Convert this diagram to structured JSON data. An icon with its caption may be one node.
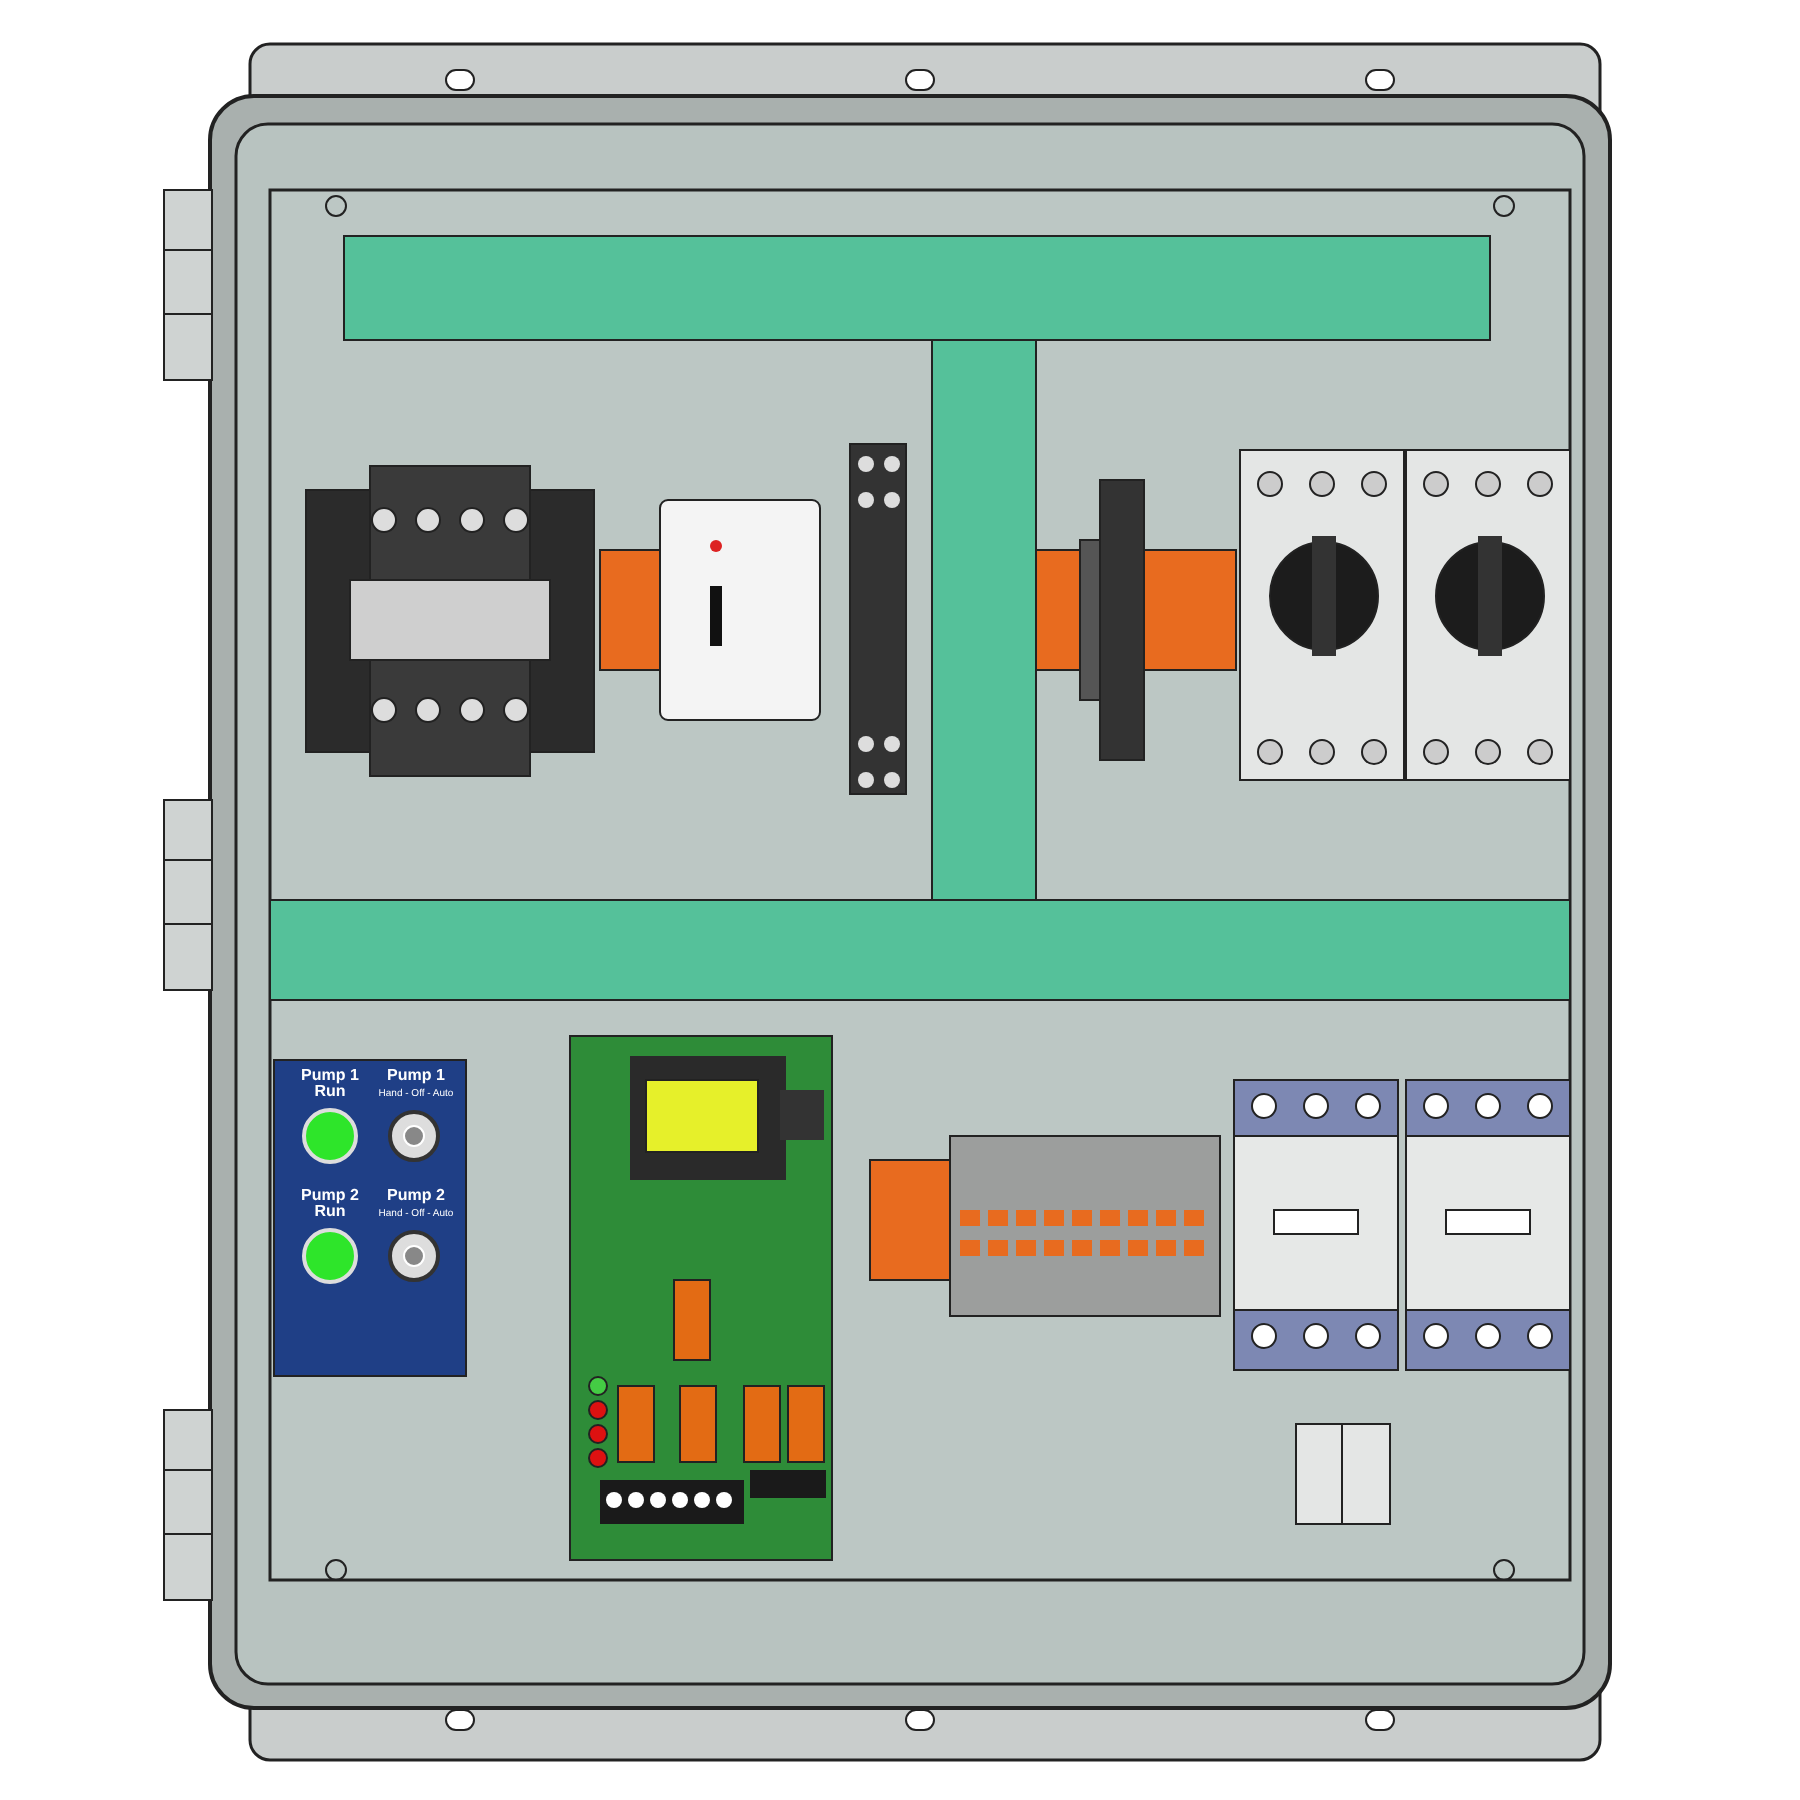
{
  "diagram": {
    "labels": [
      "Pump 1 Run",
      "Pump 1",
      "Hand - Off - Auto",
      "Pump 2 Run",
      "Pump 2",
      "Hand - Off - Auto"
    ]
  }
}
